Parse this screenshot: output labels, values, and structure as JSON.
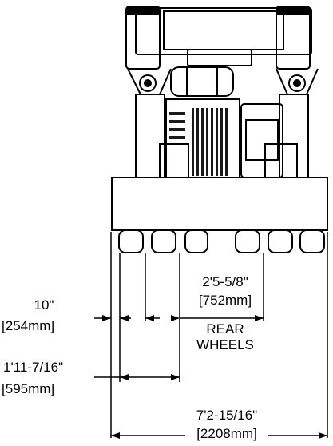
{
  "dimensions": {
    "rear_wheels_gap": {
      "imperial": "2'5-5/8\"",
      "metric": "752mm",
      "caption_line1": "REAR",
      "caption_line2": "WHEELS"
    },
    "ten_inch": {
      "imperial": "10\"",
      "metric": "254mm"
    },
    "track_width": {
      "imperial": "1'11-7/16\"",
      "metric": "595mm"
    },
    "overall_width": {
      "imperial": "7'2-15/16\"",
      "metric": "2208mm"
    }
  },
  "colors": {
    "line": "#000000",
    "hatch": "#1a1a1a",
    "background": "#ffffff"
  }
}
